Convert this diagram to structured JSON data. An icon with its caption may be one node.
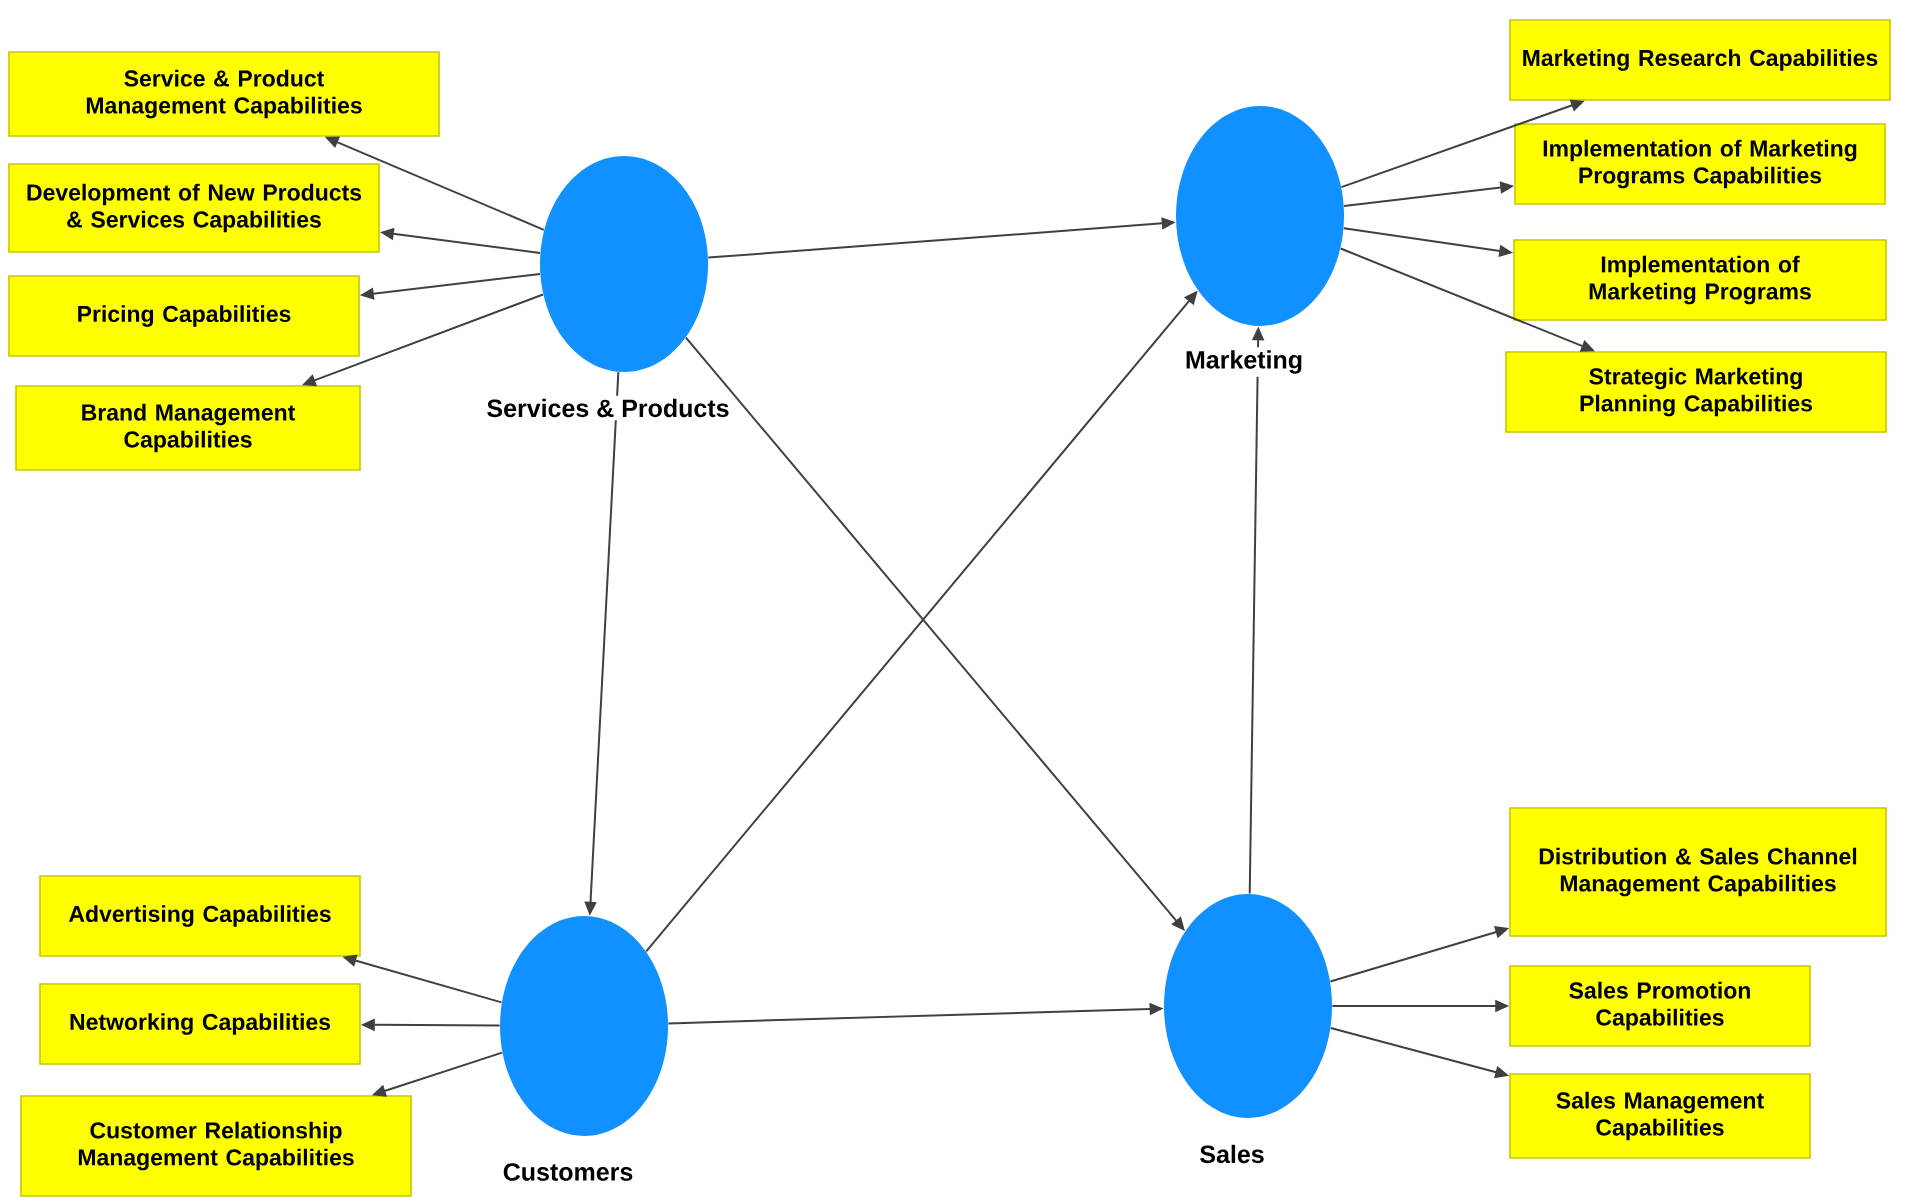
{
  "diagram": {
    "nodes": [
      {
        "text": [],
        "shape": "circle",
        "beside": [
          "Services & Products"
        ]
      },
      {
        "text": [],
        "shape": "circle",
        "beside": [
          "Marketing"
        ]
      },
      {
        "text": [],
        "shape": "circle",
        "beside": [
          "Customers"
        ]
      },
      {
        "text": [],
        "shape": "circle",
        "beside": [
          "Sales"
        ]
      },
      {
        "text": [
          "Service & Product Management Capabilities"
        ]
      },
      {
        "text": [
          "Development of New Products & Services Capabilities"
        ]
      },
      {
        "text": [
          "Pricing Capabilities"
        ]
      },
      {
        "text": [
          "Brand Management Capabilities"
        ]
      },
      {
        "text": [
          "Marketing Research Capabilities"
        ]
      },
      {
        "text": [
          "Implementation of Marketing Programs Capabilities"
        ]
      },
      {
        "text": [
          "Implementation of Marketing Programs"
        ]
      },
      {
        "text": [
          "Strategic Marketing Planning Capabilities"
        ]
      },
      {
        "text": [
          "Advertising Capabilities"
        ]
      },
      {
        "text": [
          "Networking Capabilities"
        ]
      },
      {
        "text": [
          "Customer Relationship Management Capabilities"
        ]
      },
      {
        "text": [
          "Distribution & Sales Channel Management Capabilities"
        ]
      },
      {
        "text": [
          "Sales Promotion Capabilities"
        ]
      },
      {
        "text": [
          "Sales Management Capabilities"
        ]
      }
    ],
    "edges": [
      {
        "from": 0,
        "to": 1,
        "arrow": "to"
      },
      {
        "from": 0,
        "to": 2,
        "arrow": "to"
      },
      {
        "from": 0,
        "to": 3,
        "arrow": "to"
      },
      {
        "from": 2,
        "to": 1,
        "arrow": "to"
      },
      {
        "from": 2,
        "to": 3,
        "arrow": "to"
      },
      {
        "from": 3,
        "to": 1,
        "arrow": "to"
      },
      {
        "from": 0,
        "to": 4,
        "arrow": "to"
      },
      {
        "from": 0,
        "to": 5,
        "arrow": "to"
      },
      {
        "from": 0,
        "to": 6,
        "arrow": "to"
      },
      {
        "from": 0,
        "to": 7,
        "arrow": "to"
      },
      {
        "from": 1,
        "to": 8,
        "arrow": "to"
      },
      {
        "from": 1,
        "to": 9,
        "arrow": "to"
      },
      {
        "from": 1,
        "to": 10,
        "arrow": "to"
      },
      {
        "from": 1,
        "to": 11,
        "arrow": "to"
      },
      {
        "from": 2,
        "to": 12,
        "arrow": "to"
      },
      {
        "from": 2,
        "to": 13,
        "arrow": "to"
      },
      {
        "from": 2,
        "to": 14,
        "arrow": "to"
      },
      {
        "from": 3,
        "to": 15,
        "arrow": "to"
      },
      {
        "from": 3,
        "to": 16,
        "arrow": "to"
      },
      {
        "from": 3,
        "to": 17,
        "arrow": "to"
      }
    ]
  }
}
